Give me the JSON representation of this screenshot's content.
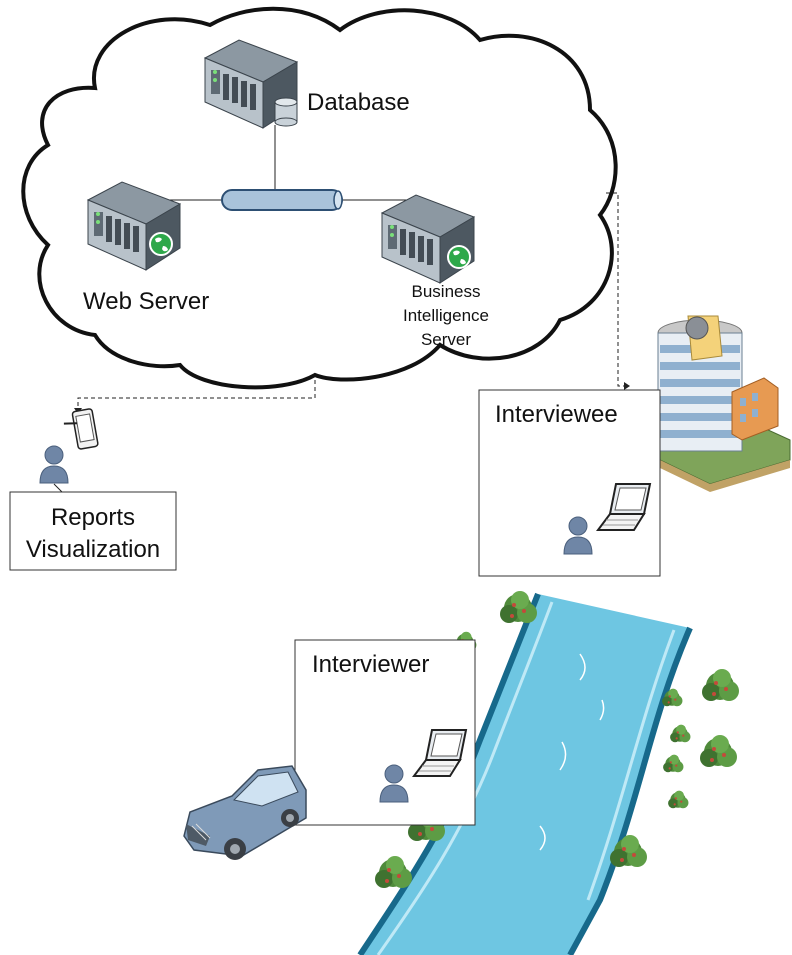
{
  "cloud": {
    "database_label": "Database",
    "web_server_label": "Web Server",
    "bi_server_label_lines": [
      "Business",
      "Intelligence",
      "Server"
    ]
  },
  "reports": {
    "label_lines": [
      "Reports",
      "Visualization"
    ]
  },
  "interviewee": {
    "label": "Interviewee"
  },
  "interviewer": {
    "label": "Interviewer"
  },
  "icons": [
    "cloud-icon",
    "database-server-icon",
    "web-server-icon",
    "bi-server-icon",
    "network-bus-icon",
    "tablet-icon",
    "user-icon",
    "laptop-icon",
    "office-building-icon",
    "car-icon",
    "river-icon",
    "tree-icon"
  ],
  "colors": {
    "server_body": "#5e6a74",
    "server_top": "#8c98a2",
    "bus_fill": "#a9c3da",
    "river": "#6ec6e2",
    "river_edge": "#17698b",
    "tree": "#4f8a3a",
    "car": "#7f9ab8",
    "user": "#6f86a6",
    "globe": "#2ea84a"
  }
}
